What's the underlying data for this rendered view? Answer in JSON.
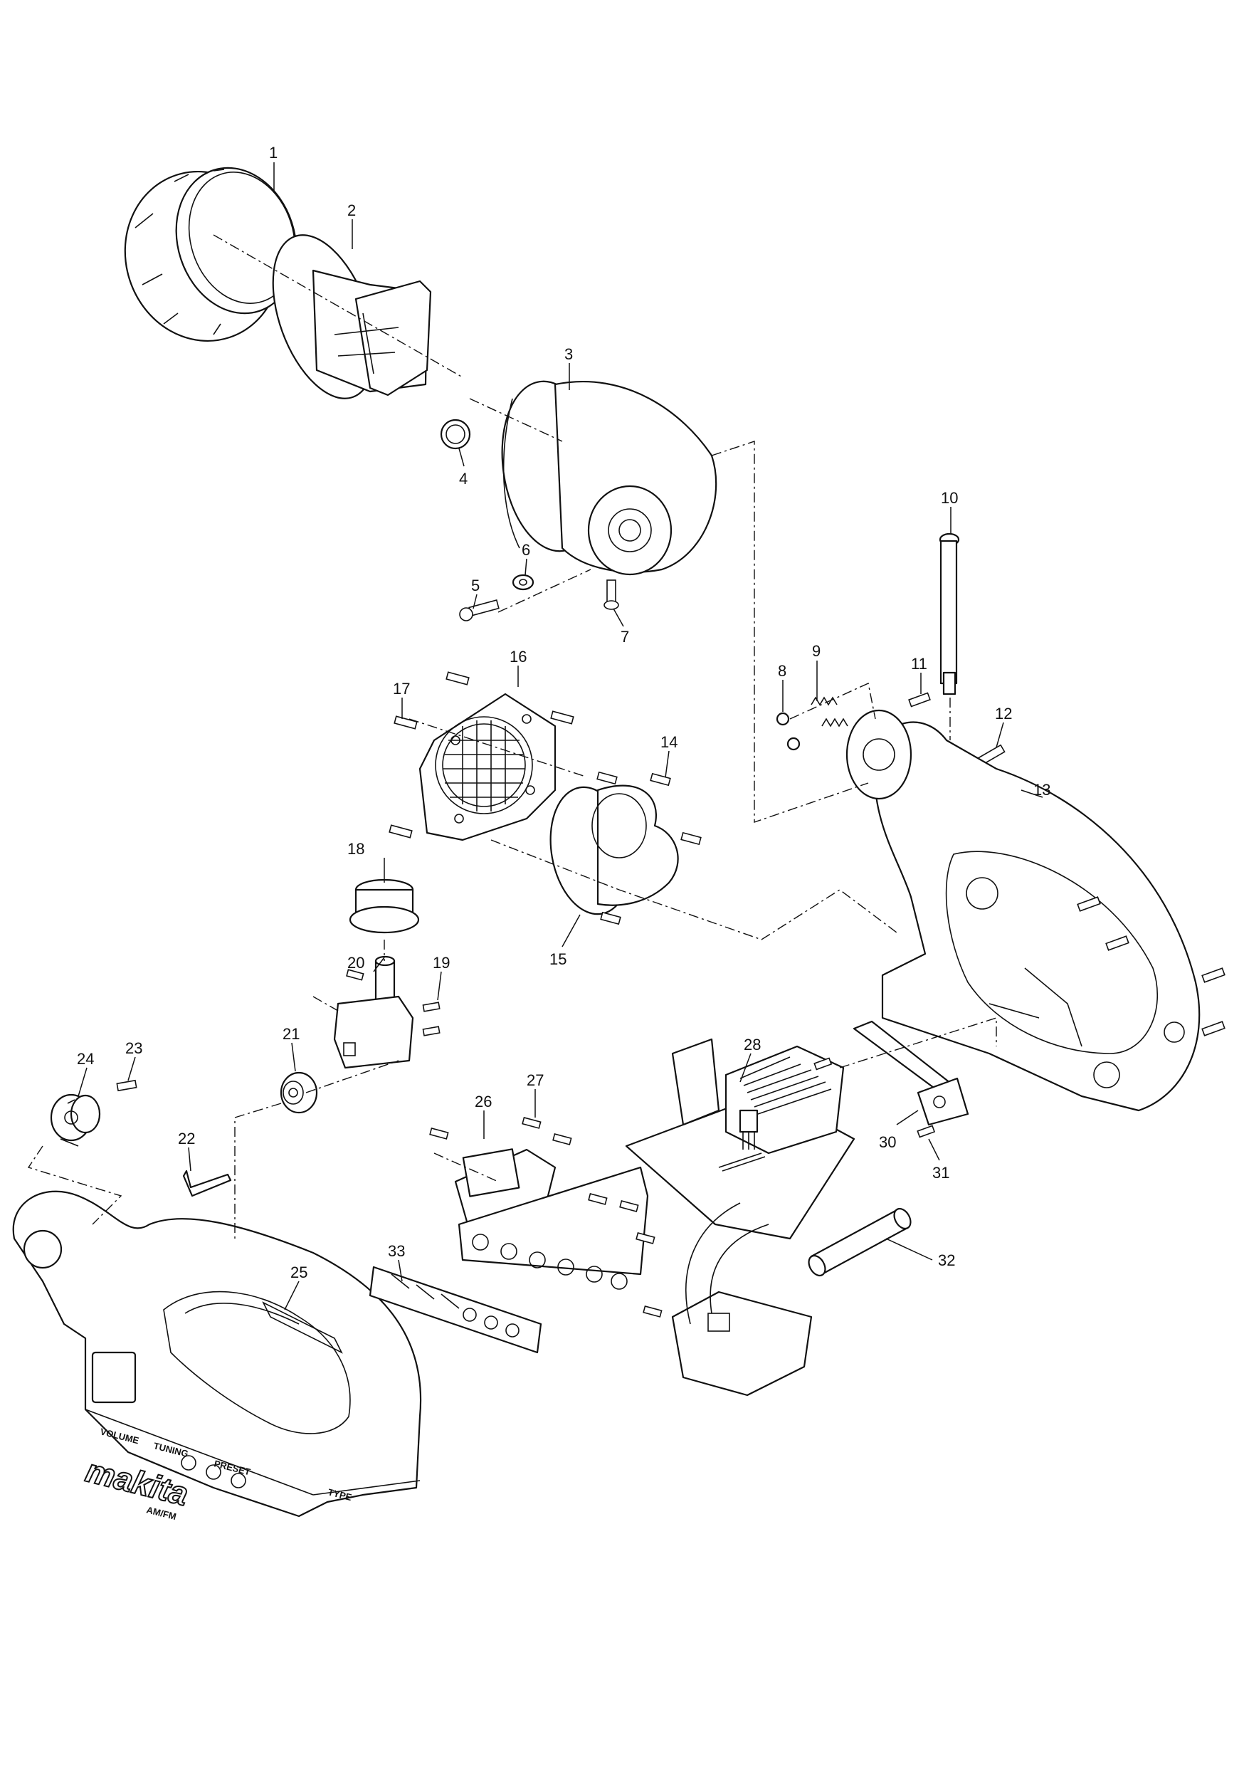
{
  "callouts": {
    "c1": "1",
    "c2": "2",
    "c3": "3",
    "c4": "4",
    "c5": "5",
    "c6": "6",
    "c7": "7",
    "c8": "8",
    "c9": "9",
    "c10": "10",
    "c11": "11",
    "c12": "12",
    "c13": "13",
    "c14": "14",
    "c15": "15",
    "c16": "16",
    "c17": "17",
    "c18": "18",
    "c19": "19",
    "c20": "20",
    "c21": "21",
    "c22": "22",
    "c23": "23",
    "c24": "24",
    "c25": "25",
    "c26": "26",
    "c27": "27",
    "c28": "28",
    "c30": "30",
    "c31": "31",
    "c32": "32",
    "c33": "33"
  },
  "housing_print": {
    "brand": "makita",
    "volume": "VOLUME",
    "tuning": "TUNING",
    "preset": "PRESET",
    "type": "TYPE",
    "band": "AM/FM"
  }
}
